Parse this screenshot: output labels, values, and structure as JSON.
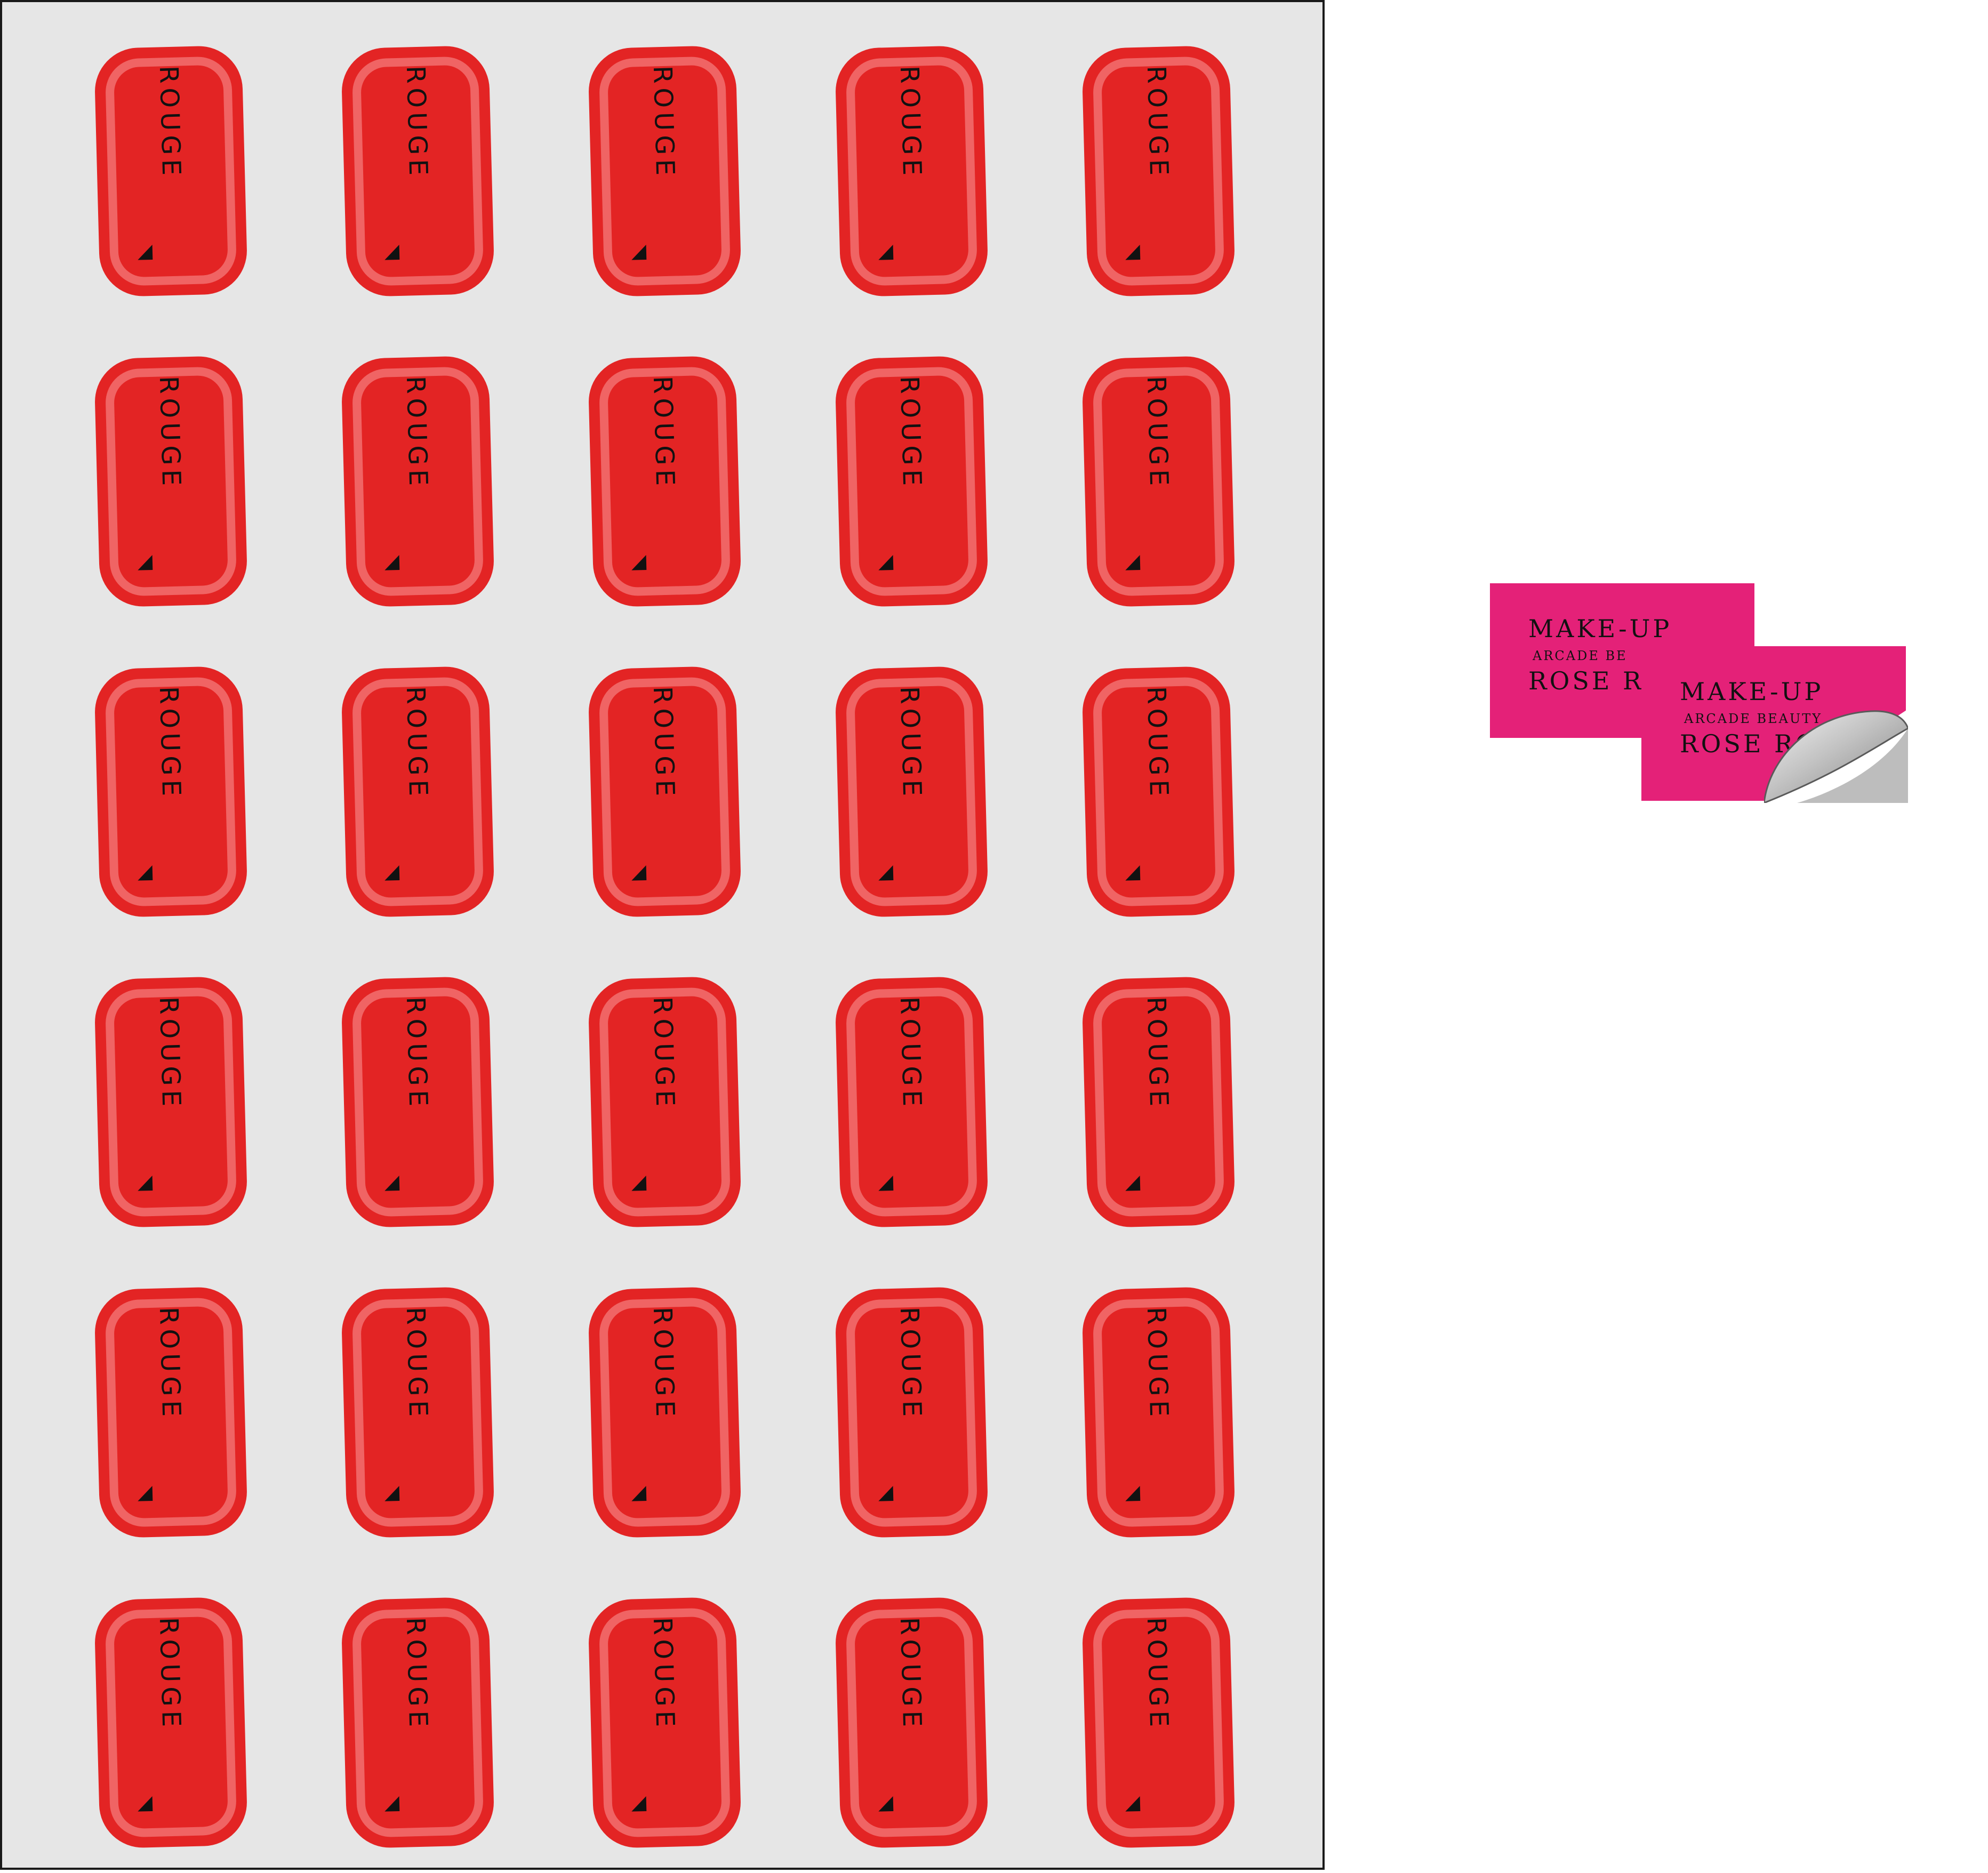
{
  "sheet": {
    "label_text": "ROUGE",
    "rows": 6,
    "columns": 5,
    "colors": {
      "background": "#e6e6e6",
      "label_fill": "#e32424",
      "label_ring": "#f06464"
    }
  },
  "sample": {
    "back_card": {
      "line1": "MAKE-UP",
      "line2": "ARCADE BE",
      "line3": "ROSE R"
    },
    "front_card": {
      "line1": "MAKE-UP",
      "line2": "ARCADE BEAUTY",
      "line3": "ROSE RO"
    },
    "card_color": "#e42178",
    "peel_icon": "peeling-corner-icon"
  }
}
